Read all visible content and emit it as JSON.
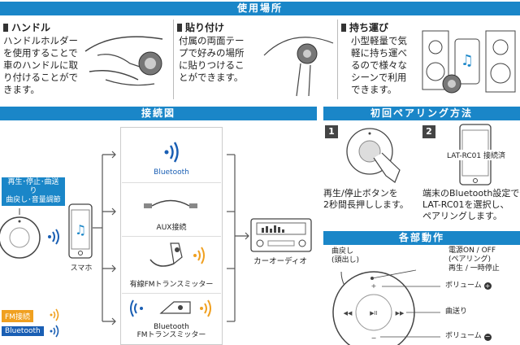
{
  "headers": {
    "usage": "使用場所",
    "connection": "接続図",
    "pairing": "初回ペアリング方法",
    "parts": "各部動作"
  },
  "usage": {
    "handle": {
      "title": "ハンドル",
      "text": [
        "ハンドルホルダー",
        "を使用することで",
        "車のハンドルに取",
        "り付けることがで",
        "きます。"
      ]
    },
    "paste": {
      "title": "貼り付け",
      "text": [
        "付属の両面テー",
        "プで好みの場所",
        "に貼りつけるこ",
        "とができます。"
      ]
    },
    "carry": {
      "title": "持ち運び",
      "text": [
        "小型軽量で気",
        "軽に持ち運べ",
        "るので様々な",
        "シーンで利用",
        "できます。"
      ]
    }
  },
  "connection": {
    "remote_label": [
      "再生･停止･曲送り",
      "曲戻し･音量調節"
    ],
    "phone_label": "スマホ",
    "bluetooth_label": "Bluetooth",
    "aux_label": "AUX接続",
    "fm_wired_label": "有線FMトランスミッター",
    "fm_bt_label": [
      "Bluetooth",
      "FMトランスミッター"
    ],
    "car_audio_label": "カーオーディオ",
    "legend_fm": "FM接続",
    "legend_bt": "Bluetooth"
  },
  "pairing": {
    "step1_num": "1",
    "step2_num": "2",
    "step2_screen": "LAT-RC01 接続済",
    "step1_text": [
      "再生/停止ボタンを",
      "2秒間長押しします。"
    ],
    "step2_text": [
      "端末のBluetooth設定で",
      "LAT-RC01を選択し、",
      "ペアリングします。"
    ]
  },
  "parts": {
    "prev_label": [
      "曲戻し",
      "(頭出し)"
    ],
    "power_label": [
      "電源ON / OFF",
      "(ペアリング)",
      "再生 / 一時停止"
    ],
    "vol_up_label": "ボリューム",
    "next_label": "曲送り",
    "vol_down_label": "ボリューム"
  },
  "colors": {
    "header_blue": "#1a86c8",
    "bt_blue": "#1a5fb4",
    "fm_orange": "#f0a020"
  }
}
